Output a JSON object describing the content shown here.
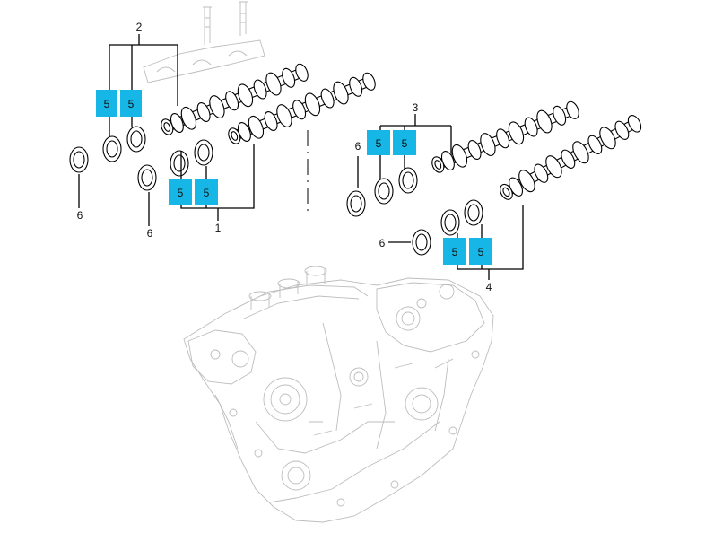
{
  "badge_color": "#16b7e6",
  "callouts": {
    "c1": "1",
    "c2": "2",
    "c3": "3",
    "c4": "4",
    "c6a": "6",
    "c6b": "6",
    "c6c": "6",
    "c6d": "6"
  },
  "badges": {
    "b1": "5",
    "b2": "5",
    "b3": "5",
    "b4": "5",
    "b5": "5",
    "b6": "5",
    "b7": "5",
    "b8": "5"
  },
  "icons": [
    "camshaft-icon",
    "seal-ring-icon",
    "engine-block-icon",
    "bolt-icon"
  ]
}
